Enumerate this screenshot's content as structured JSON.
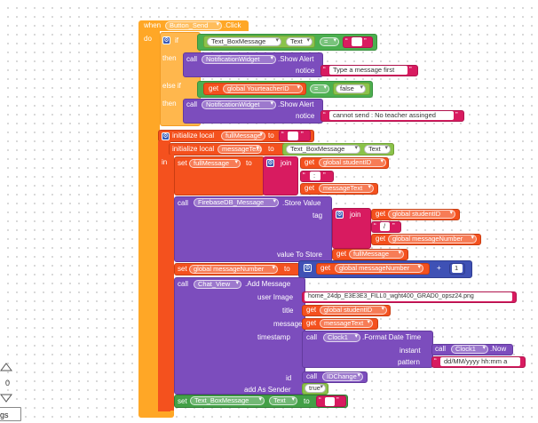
{
  "colors": {
    "control": "#ffa726",
    "procedure": "#7c4dbd",
    "variable": "#f4511e",
    "text": "#d81b60",
    "logic": "#4caf50",
    "math": "#3f51b5",
    "component": "#43a047"
  },
  "event": {
    "when": "when",
    "component": "Button_Send",
    "event": ".Click",
    "do": "do"
  },
  "if_block": {
    "if": "if",
    "then": "then",
    "else_if": "else if",
    "then2": "then"
  },
  "cond1": {
    "component": "Text_BoxMessage",
    "property": "Text",
    "op": "=",
    "text": ""
  },
  "alert1": {
    "call": "call",
    "component": "NotificationWidget",
    "method": ".Show Alert",
    "param": "notice",
    "text": "Type a message first"
  },
  "cond2": {
    "get": "get",
    "var": "global YourteacherID",
    "op": "=",
    "value": "false"
  },
  "alert2": {
    "call": "call",
    "component": "NotificationWidget",
    "method": ".Show Alert",
    "param": "notice",
    "text": "cannot send : No teacher assinged"
  },
  "local1": {
    "label": "initialize local",
    "name": "fullMessage",
    "to": "to",
    "text": ""
  },
  "local2": {
    "label": "initialize local",
    "name": "messageText",
    "to": "to",
    "component": "Text_BoxMessage",
    "property": "Text"
  },
  "in_label": "in",
  "set1": {
    "set": "set",
    "var": "fullMessage",
    "to": "to",
    "join": "join",
    "get1": "get",
    "var1": "global studentID",
    "text": ":",
    "get2": "get",
    "var2": "messageText"
  },
  "store": {
    "call": "call",
    "component": "FirebaseDB_Message",
    "method": ".Store Value",
    "tag": "tag",
    "join": "join",
    "get1": "get",
    "var1": "global studentID",
    "text": "/",
    "get2": "get",
    "var2": "global messageNumber",
    "value_label": "value To Store",
    "get3": "get",
    "var3": "fullMessage"
  },
  "set2": {
    "set": "set",
    "var": "global messageNumber",
    "to": "to",
    "get": "get",
    "var_get": "global messageNumber",
    "op": "+",
    "number": "1"
  },
  "chat": {
    "call": "call",
    "component": "Chat_View",
    "method": ".Add Message",
    "user_image": "user Image",
    "image_file": "home_24dp_E3E3E3_FILL0_wght400_GRAD0_opsz24.png",
    "title": "title",
    "get1": "get",
    "var1": "global studentID",
    "message": "message",
    "get2": "get",
    "var2": "messageText",
    "timestamp": "timestamp",
    "call2": "call",
    "clock": "Clock1",
    "format": ".Format Date Time",
    "instant": "instant",
    "call3": "call",
    "clock2": "Clock1",
    "now": ".Now",
    "pattern": "pattern",
    "pattern_text": "dd/MM/yyyy hh:mm a",
    "id": "id",
    "call4": "call",
    "idchange": "IDChange",
    "add_as_sender": "add As Sender",
    "bool": "true"
  },
  "set3": {
    "set": "set",
    "component": "Text_BoxMessage",
    "property": "Text",
    "to": "to",
    "text": ""
  },
  "left_panel": {
    "number": "0",
    "label": "gs"
  }
}
